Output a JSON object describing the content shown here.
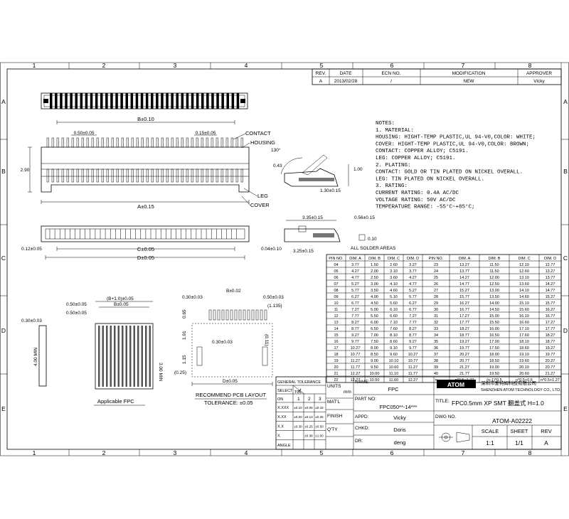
{
  "frame": {
    "col_numbers": [
      "1",
      "2",
      "3",
      "4",
      "5",
      "6",
      "7",
      "8"
    ],
    "row_letters": [
      "A",
      "B",
      "C",
      "D",
      "E"
    ]
  },
  "revision": {
    "headers": [
      "REV.",
      "DATE",
      "ECN NO.",
      "MODIFICATION",
      "APPROVER"
    ],
    "row": [
      "A",
      "2013/02/28",
      "/",
      "NEW",
      "Vicky"
    ]
  },
  "labels": {
    "contact": "CONTACT",
    "housing": "HOUSING",
    "leg": "LEG",
    "cover": "COVER",
    "b_dim": "B±0.10",
    "a_dim": "A±0.15",
    "c_dim": "C±0.05",
    "d_dim": "D±0.05",
    "pitch_top": "0.50±0.05",
    "pitch_right": "0.15±0.05",
    "height_290": "2.90",
    "d012": "0.12±0.05",
    "angle": "130°",
    "d043": "0.43",
    "d100": "1.00",
    "d130": "1.30±0.15",
    "d335": "3.35±0.15",
    "d056": "0.56±0.15",
    "d325": "3.25±0.15",
    "d004": "0.04±0.10",
    "d010": "0.10",
    "all_solder": "ALL SOLDER AREAS",
    "fpc_b10": "(B+1.0)±0.05",
    "fpc_b": "B±0.05",
    "fpc_050a": "0.50±0.05",
    "fpc_050b": "0.50±0.05",
    "fpc_030": "0.30±0.03",
    "fpc_400": "4.00 MIN",
    "fpc_300": "3.00 MIN",
    "applicable_fpc": "Applicable FPC",
    "pcb_030a": "0.30±0.03",
    "pcb_b002": "B±0.02",
    "pcb_050": "0.50±0.03",
    "pcb_1135": "(1.135)",
    "pcb_065": "0.65",
    "pcb_191": "1.91",
    "pcb_030b": "0.30±0.03",
    "pcb_011": "(0.11)",
    "pcb_115": "1.15",
    "pcb_025": "(0.25)",
    "pcb_d005": "D±0.05",
    "pcb_title": "RECOMMEND PCB LAYOUT",
    "pcb_tol": "TOLERANCE: ±0.05"
  },
  "notes": {
    "lines": [
      "NOTES:",
      "1. MATERIAL:",
      "    HOUSING: HIGHT-TEMP PLASTIC,UL 94-V0,COLOR: WHITE;",
      "    COVER: HIGHT-TEMP PLASTIC,UL 94-V0,COLOR: BROWN;",
      "    CONTACT: COPPER ALLOY; C5191.",
      "    LEG: COPPER ALLOY; C5191.",
      "2. PLATING:",
      "    CONTACT: GOLD OR TIN PLATED ON NICKEL OVERALL.",
      "    LEG: TIN PLATED ON NICKEL OVERALL.",
      "3. RATING:",
      "    CURRENT RATING: 0.4A AC/DC",
      "    VOLTAGE RATING: 50V AC/DC",
      "    TEMPERATURE RANGE: -55°C~+85°C;"
    ]
  },
  "dim_table": {
    "headers": [
      "PIN NO.",
      "DIM. A",
      "DIM. B",
      "DIM. C",
      "DIM. D",
      "PIN NO.",
      "DIM. A",
      "DIM. B",
      "DIM. C",
      "DIM. D"
    ],
    "rows": [
      [
        "04",
        "3.77",
        "1.50",
        "2.60",
        "3.27",
        "23",
        "13.27",
        "11.50",
        "12.10",
        "12.77"
      ],
      [
        "05",
        "4.27",
        "2.00",
        "3.10",
        "3.77",
        "24",
        "13.77",
        "11.50",
        "12.60",
        "13.27"
      ],
      [
        "06",
        "4.77",
        "2.50",
        "3.60",
        "4.27",
        "25",
        "14.27",
        "12.00",
        "13.10",
        "13.77"
      ],
      [
        "07",
        "5.27",
        "3.00",
        "4.10",
        "4.77",
        "26",
        "14.77",
        "12.50",
        "13.60",
        "14.27"
      ],
      [
        "08",
        "5.77",
        "3.50",
        "4.60",
        "5.27",
        "27",
        "15.27",
        "13.00",
        "14.10",
        "14.77"
      ],
      [
        "09",
        "6.27",
        "4.00",
        "5.10",
        "5.77",
        "28",
        "15.77",
        "13.50",
        "14.60",
        "15.27"
      ],
      [
        "10",
        "6.77",
        "4.50",
        "5.60",
        "6.27",
        "29",
        "16.27",
        "14.00",
        "15.10",
        "15.77"
      ],
      [
        "11",
        "7.27",
        "5.00",
        "6.10",
        "6.77",
        "30",
        "16.77",
        "14.50",
        "15.60",
        "16.27"
      ],
      [
        "12",
        "7.77",
        "5.50",
        "6.60",
        "7.27",
        "31",
        "17.27",
        "15.00",
        "16.10",
        "16.77"
      ],
      [
        "13",
        "8.27",
        "6.00",
        "7.10",
        "7.77",
        "32",
        "17.77",
        "15.50",
        "16.60",
        "17.27"
      ],
      [
        "14",
        "8.77",
        "6.50",
        "7.60",
        "8.27",
        "33",
        "18.27",
        "16.00",
        "17.10",
        "17.77"
      ],
      [
        "15",
        "9.27",
        "7.00",
        "8.10",
        "8.77",
        "34",
        "18.77",
        "16.50",
        "17.60",
        "18.27"
      ],
      [
        "16",
        "9.77",
        "7.50",
        "8.60",
        "9.27",
        "35",
        "19.27",
        "17.00",
        "18.10",
        "18.77"
      ],
      [
        "17",
        "10.27",
        "8.00",
        "9.10",
        "9.77",
        "36",
        "19.77",
        "17.50",
        "18.60",
        "19.27"
      ],
      [
        "18",
        "10.77",
        "8.50",
        "9.60",
        "10.27",
        "37",
        "20.27",
        "18.00",
        "19.10",
        "19.77"
      ],
      [
        "19",
        "11.27",
        "9.00",
        "10.10",
        "10.77",
        "38",
        "20.77",
        "18.50",
        "19.60",
        "20.27"
      ],
      [
        "20",
        "11.77",
        "9.50",
        "10.60",
        "11.27",
        "39",
        "21.27",
        "19.00",
        "20.10",
        "20.77"
      ],
      [
        "21",
        "12.27",
        "10.00",
        "11.10",
        "11.77",
        "40",
        "21.77",
        "19.50",
        "20.60",
        "21.27"
      ],
      [
        "22",
        "12.77",
        "10.50",
        "11.60",
        "12.27",
        "n",
        "n*0.5+1.77",
        "(n-1)*0.5",
        "n*0.5+0.6",
        "n*0.5+1.27"
      ]
    ]
  },
  "title_block": {
    "gen_tol": "GENERAL TOLERANCE",
    "select": "SELECT",
    "tol": "TOL",
    "on": "ON",
    "check": "✓",
    "tol_cols": [
      "1",
      "2",
      "3"
    ],
    "tol_rows": [
      {
        "label": "X.XXX",
        "v": [
          "±0.10",
          "±0.05",
          "±0.15"
        ]
      },
      {
        "label": "X.XX",
        "v": [
          "±0.20",
          "±0.13",
          "±0.25"
        ]
      },
      {
        "label": "X.X",
        "v": [
          "±0.30",
          "±0.25",
          "±0.50"
        ]
      },
      {
        "label": "X.",
        "v": [
          "",
          "±0.38",
          "±1.00"
        ]
      },
      {
        "label": "ANGLE",
        "v": [
          "",
          "",
          ""
        ]
      }
    ],
    "units_k": "UNITS",
    "units_v": "mm",
    "matl_k": "MAT'L",
    "finish_k": "FINISH",
    "qty_k": "Q'TY",
    "name_k": "NAME:",
    "name_v": "FPC",
    "part_k": "PART NO:",
    "part_v": "FPC050**-14***",
    "appd_k": "APPD:",
    "appd_v": "Vicky",
    "chkd_k": "CHKD:",
    "chkd_v": "Doris",
    "dr_k": "DR:",
    "dr_v": "deng",
    "logo": "ATOM",
    "company_cn": "深圳市爱特姆科技有限公司",
    "company_en": "SHENZHEN ATOM TECHNOLOGY CO., LTD.",
    "title_k": "TITLE:",
    "title_v": "FPC0.5mm  XP  SMT  翻盖式  H=1.0",
    "dwg_k": "DWG NO.",
    "dwg_v": "ATOM-A02222",
    "scale_k": "SCALE",
    "scale_v": "1:1",
    "sheet_k": "SHEET",
    "sheet_v": "1/1",
    "rev_k": "REV",
    "rev_v": "A"
  }
}
